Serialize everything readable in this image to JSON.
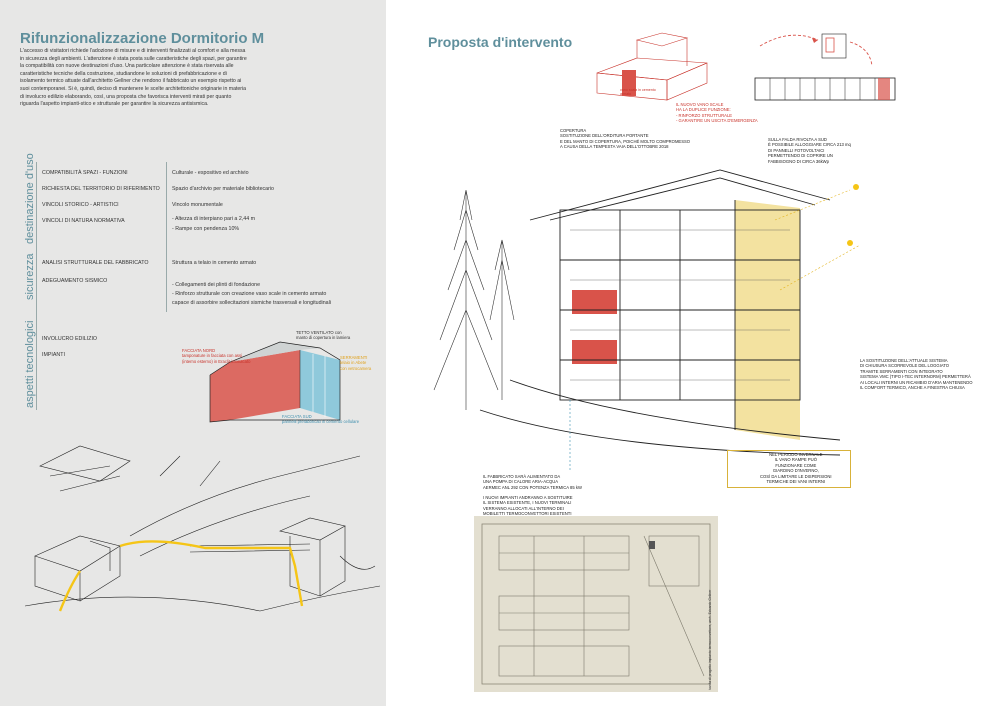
{
  "left": {
    "title": "Rifunzionalizzazione Dormitorio M",
    "intro": "L'accesso di visitatori richiede l'adozione di misure e di interventi finalizzati al comfort e alla messa in sicurezza degli ambienti. L'attenzione è stata posta sulle caratteristiche degli spazi, per garantire la compatibilità con nuove destinazioni d'uso. Una particolare attenzione è stata riservata alle caratteristiche tecniche della costruzione, studiandone le soluzioni di prefabbricazione e di isolamento termico attuate dall'architetto Gellner che rendono il fabbricato un esempio rispetto ai suoi contemporanei. Si è, quindi, deciso di mantenere le scelte architettoniche originarie in materia di involucro edilizio elaborando, così, una proposta che favorisca interventi mirati per quanto riguarda l'aspetto impianti-stico e strutturale per garantire la sicurezza antisismica.",
    "sections": {
      "uso": "destinazione d'uso",
      "sicurezza": "sicurezza",
      "tecnologici": "aspetti tecnologici"
    },
    "criteria": {
      "uso": [
        "COMPATIBILITÀ SPAZI - FUNZIONI",
        "RICHIESTA DEL TERRITORIO DI RIFERIMENTO",
        "VINCOLI STORICO - ARTISTICI",
        "VINCOLI DI NATURA NORMATIVA"
      ],
      "sicurezza": [
        "ANALISI STRUTTURALE DEL FABBRICATO",
        "ADEGUAMENTO SISMICO"
      ],
      "tecnologici": [
        "INVOLUCRO EDILIZIO",
        "IMPIANTI"
      ]
    },
    "answers": {
      "uso": [
        "Culturale - espositivo ed archivio",
        "Spazio d'archivio per materiale bibliotecario",
        "Vincolo monumentale",
        "- Altezza di interpiano pari a 2,44 m",
        "- Rampe con pendenza 10%"
      ],
      "sicurezza": [
        "Struttura a telaio in cemento armato",
        "- Collegamenti dei plinti di fondazione",
        "- Rinforzo strutturale con creazione vaso scale in cemento armato",
        "capace di assorbire sollecitazioni sismiche trasversali e longitudinali"
      ]
    },
    "envelope": {
      "tetto": "TETTO VENTILATO con\nmanto di copertura in lamiera",
      "nord": "FACCIATA NORD\ntamponature in facciata con assi\n(interno esterno) in Eraclit intonacato",
      "serramenti": "SERRAMENTI\ntelaio in Abete\ncon vetrocamera",
      "sud": "FACCIATA SUD\npannelli prefabbricati in cemento cellulare"
    }
  },
  "right": {
    "title": "Proposta d'intervento",
    "stair_note_small": "vano scala in cemento\narmato",
    "stair_note": "IL NUOVO VANO SCALE\nHA LA DUPLICE FUNZIONE:\n- RINFORZO STRUTTURALE\n- GARANTIRE UN USCITA D'EMERGENZA",
    "copertura": "COPERTURA\nSOSTITUZIONE DELL'ORDITURA PORTANTE\nE DEL MANTO DI COPERTURA, POICHÉ MOLTO COMPROMESSO\nA CAUSA DELLA TEMPESTA VAIA DELL'OTTOBRE 2018",
    "falda": "SULLA FALDA RIVOLTA A SUD\nÈ POSSIBILE ALLOGGIARE CIRCA 213 mq\nDI PANNELLI FOTOVOLTAICI\nPERMETTENDO DI COPRIRE UN\nFABBISOGNO DI CIRCA 36kWp",
    "loggiato": "LA SOSTITUZIONE DELL'ATTUALE SISTEMA\nDI CHIUSURA SCORREVOLE DEL LOGGIATO\nTRAMITE SERRAMENTI CON INTEGRATO\nSISTEMA VMC (TIPO I-TEC INTERNORM) PERMETTERÀ\nAI LOCALI INTERNI UN RICAMBIO D'ARIA MANTENENDO\nIL COMFORT TERMICO, ANCHE A FINESTRA CHIUSA",
    "periodo": "NEL PERIODO INVERNALE\nIL VANO RAMPE PUÒ\nFUNZIONARE COME\nGIARDINO D'INVERNO,\nCOSÌ DA LIMITARE LE DISPERSIONI\nTERMICHE DEI VANI INTERNI",
    "caldaia": "IL FABBRICATO SARÀ ALIMENTATO DA\nUNA POMPA DI CALORE ARIA-ACQUA\nAERMEC ANL 292 CON POTENZA TERMICA 85 kW",
    "impianti": "I NUOVI IMPIANTI ANDRANNO A SOSTITUIRE\nIL SISTEMA ESISTENTE, I NUOVI TERMINALI\nVERRANNO ALLOCATI ALL'INTERNO DEI\nMOBILETTI TERMOCONVETTORI ESISTENTI",
    "archive_caption": "tavola di progetto impianto termoconvettore, arch. Edoardo Gellner"
  },
  "colors": {
    "accent": "#5f8f9c",
    "red": "#d9534a",
    "blue": "#7fc3d8",
    "yellow": "#f3e2a0"
  }
}
